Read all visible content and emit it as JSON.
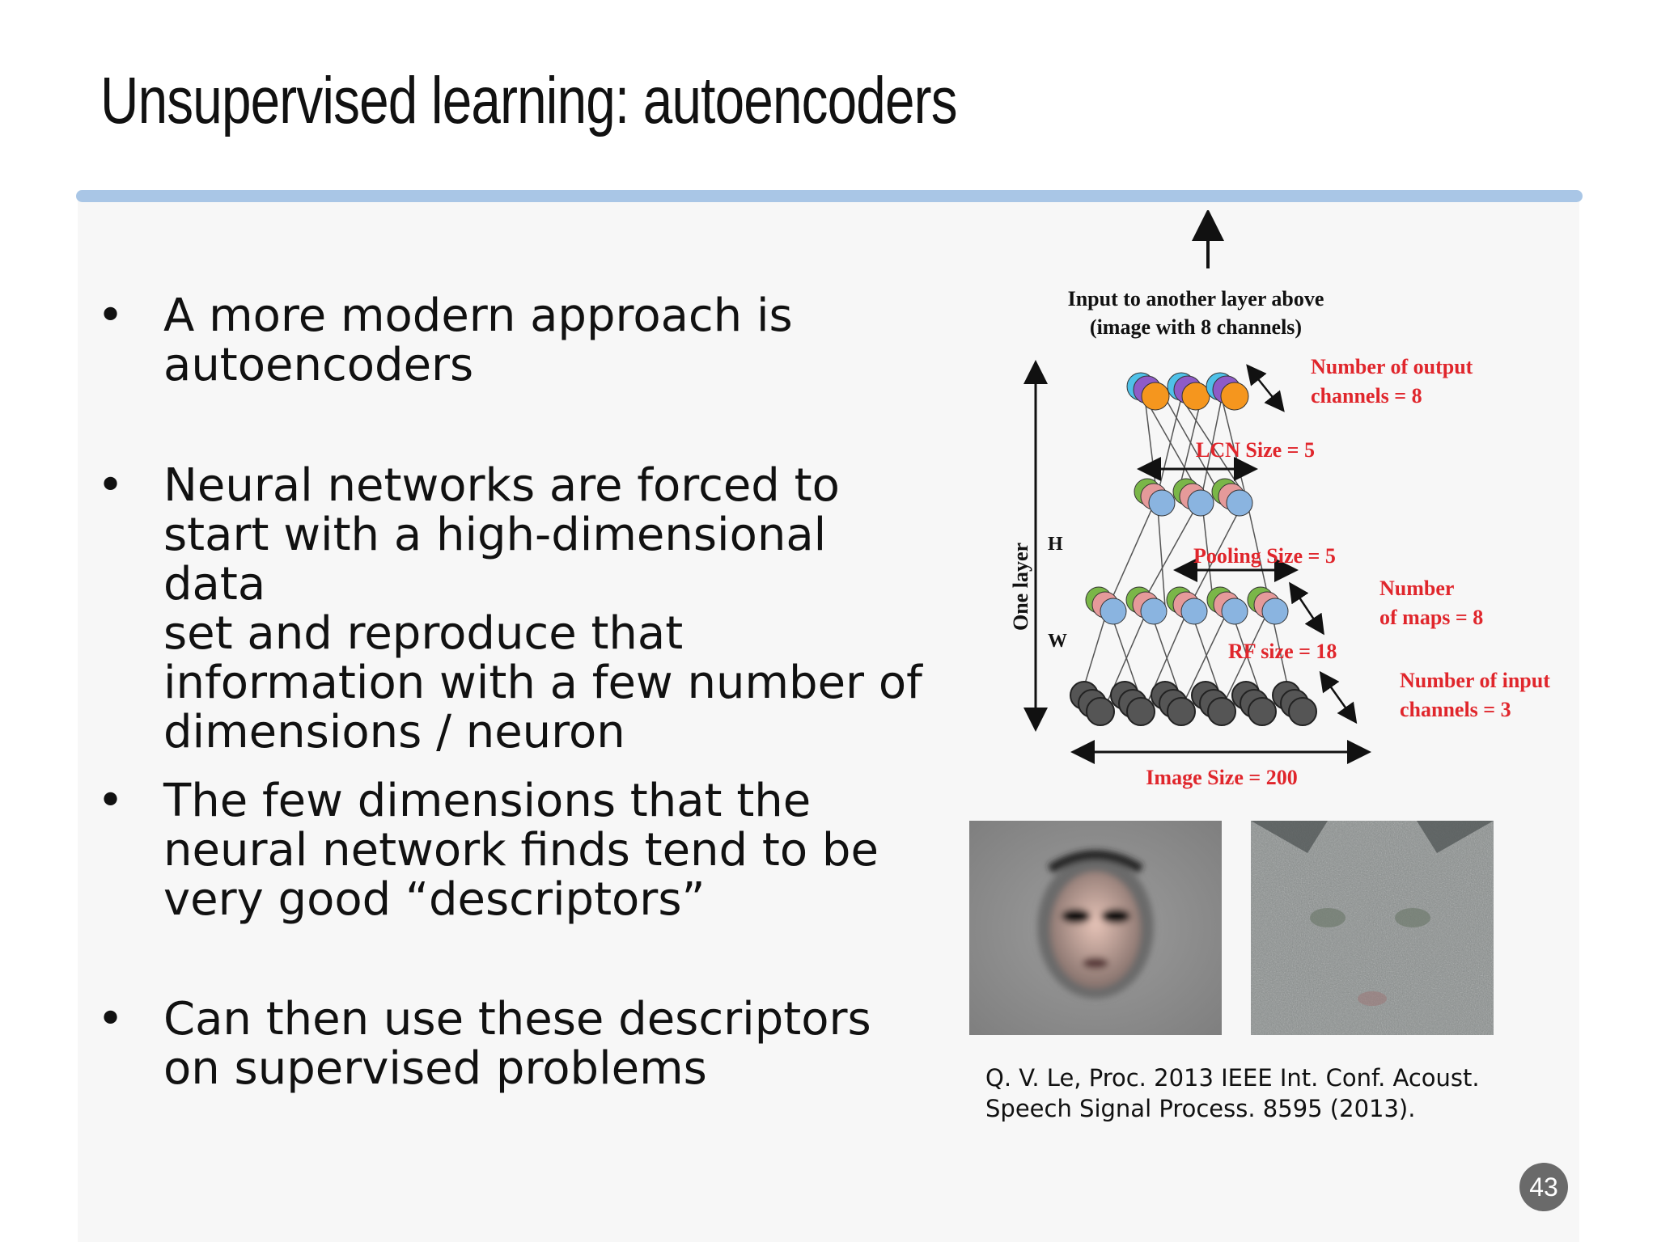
{
  "slide": {
    "title": "Unsupervised learning: autoencoders",
    "page_number": "43"
  },
  "bullets": [
    {
      "marker": "•",
      "lines": [
        "A more modern approach is",
        "autoencoders"
      ]
    },
    {
      "marker": "•",
      "lines": [
        "Neural networks are forced to",
        "start with a high-dimensional data",
        "set and reproduce that",
        "information with a few number of",
        "dimensions / neuron"
      ]
    },
    {
      "marker": "•",
      "lines": [
        "The few dimensions that the",
        "neural network finds tend to be",
        "very good “descriptors”"
      ]
    },
    {
      "marker": "•",
      "lines": [
        "Can then use these descriptors",
        "on supervised problems"
      ]
    }
  ],
  "diagram": {
    "top_label_1": "Input to another layer above",
    "top_label_2": "(image with 8 channels)",
    "output_channels_1": "Number  of output",
    "output_channels_2": "channels = 8",
    "lcn_size": "LCN Size = 5",
    "pooling_size": "Pooling Size = 5",
    "maps_1": "Number",
    "maps_2": "of maps = 8",
    "rf_size": "RF size = 18",
    "input_channels_1": "Number  of input",
    "input_channels_2": "channels = 3",
    "image_size": "Image Size = 200",
    "one_layer": "One layer",
    "h": "H",
    "w": "W",
    "label_color": "#e0262c"
  },
  "citation": {
    "line1": "Q. V. Le, Proc. 2013 IEEE Int. Conf. Acoust.",
    "line2": "Speech Signal Process. 8595 (2013)."
  }
}
